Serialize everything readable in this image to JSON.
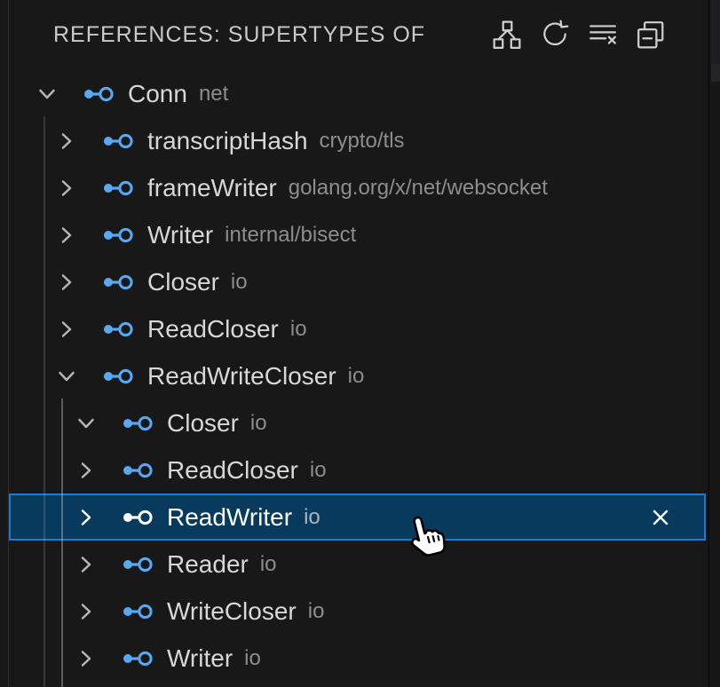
{
  "header": {
    "title": "REFERENCES: SUPERTYPES OF",
    "actions": [
      {
        "icon": "type-hierarchy-icon",
        "label": "Show Type Hierarchy"
      },
      {
        "icon": "refresh-icon",
        "label": "Refresh"
      },
      {
        "icon": "clear-list-icon",
        "label": "Clear References"
      },
      {
        "icon": "collapse-all-icon",
        "label": "Collapse All"
      }
    ]
  },
  "tree": {
    "rows": [
      {
        "label": "Conn",
        "description": "net",
        "level": 0,
        "state": "expanded",
        "selected": false,
        "close_action": false
      },
      {
        "label": "transcriptHash",
        "description": "crypto/tls",
        "level": 1,
        "state": "collapsed",
        "selected": false,
        "close_action": false
      },
      {
        "label": "frameWriter",
        "description": "golang.org/x/net/websocket",
        "level": 1,
        "state": "collapsed",
        "selected": false,
        "close_action": false
      },
      {
        "label": "Writer",
        "description": "internal/bisect",
        "level": 1,
        "state": "collapsed",
        "selected": false,
        "close_action": false
      },
      {
        "label": "Closer",
        "description": "io",
        "level": 1,
        "state": "collapsed",
        "selected": false,
        "close_action": false
      },
      {
        "label": "ReadCloser",
        "description": "io",
        "level": 1,
        "state": "collapsed",
        "selected": false,
        "close_action": false
      },
      {
        "label": "ReadWriteCloser",
        "description": "io",
        "level": 1,
        "state": "expanded",
        "selected": false,
        "close_action": false
      },
      {
        "label": "Closer",
        "description": "io",
        "level": 2,
        "state": "expanded",
        "selected": false,
        "close_action": false
      },
      {
        "label": "ReadCloser",
        "description": "io",
        "level": 2,
        "state": "collapsed",
        "selected": false,
        "close_action": false
      },
      {
        "label": "ReadWriter",
        "description": "io",
        "level": 2,
        "state": "collapsed",
        "selected": true,
        "close_action": true
      },
      {
        "label": "Reader",
        "description": "io",
        "level": 2,
        "state": "collapsed",
        "selected": false,
        "close_action": false
      },
      {
        "label": "WriteCloser",
        "description": "io",
        "level": 2,
        "state": "collapsed",
        "selected": false,
        "close_action": false
      },
      {
        "label": "Writer",
        "description": "io",
        "level": 2,
        "state": "collapsed",
        "selected": false,
        "close_action": false
      }
    ],
    "symbol_icon": "interface-symbol-icon"
  },
  "cursor": {
    "icon": "pointing-hand-cursor"
  },
  "colors": {
    "background": "#181818",
    "selection_background": "#083a5e",
    "selection_border": "#1e7ad0",
    "interface_icon_blue": "#57a8f5",
    "label": "#d7d7d7",
    "description": "#8d8d8d"
  }
}
